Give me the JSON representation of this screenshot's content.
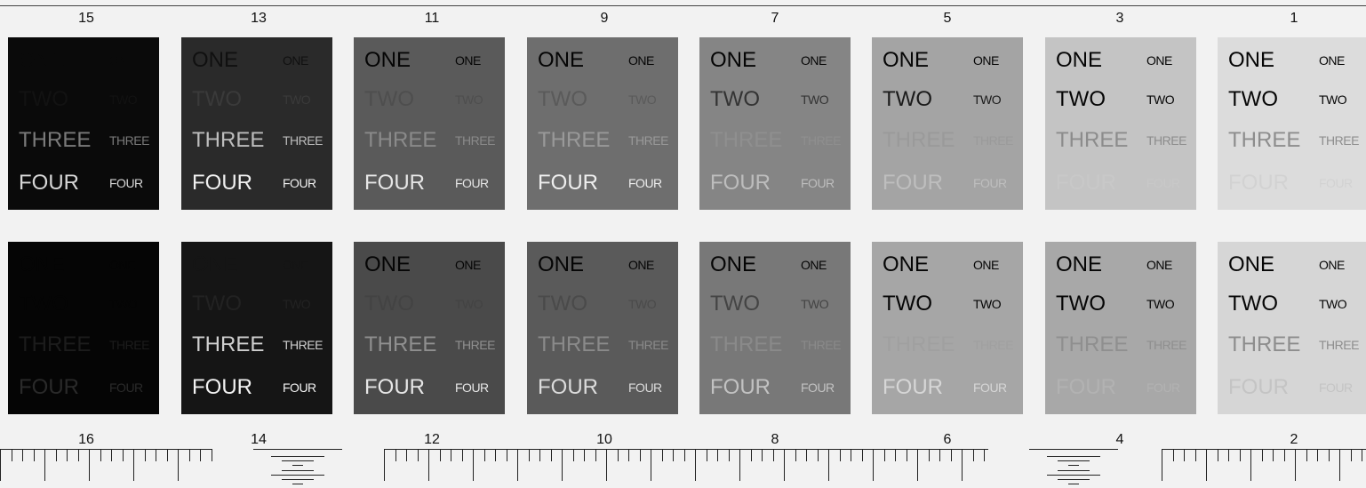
{
  "labels": [
    "ONE",
    "TWO",
    "THREE",
    "FOUR"
  ],
  "top_numbers": [
    "15",
    "13",
    "11",
    "9",
    "7",
    "5",
    "3",
    "1"
  ],
  "bottom_numbers": [
    "16",
    "14",
    "12",
    "10",
    "8",
    "6",
    "4",
    "2"
  ],
  "top_row": [
    {
      "bg": "#0a0a0a",
      "fg": [
        "#0a0a0a",
        "#121212",
        "#7a7a7a",
        "#d6d6d6"
      ]
    },
    {
      "bg": "#2a2a2a",
      "fg": [
        "#101010",
        "#3a3a3a",
        "#bdbdbd",
        "#f0f0f0"
      ]
    },
    {
      "bg": "#5a5a5a",
      "fg": [
        "#050505",
        "#4e4e4e",
        "#8a8a8a",
        "#e6e6e6"
      ]
    },
    {
      "bg": "#6e6e6e",
      "fg": [
        "#050505",
        "#5a5a5a",
        "#999999",
        "#eeeeee"
      ]
    },
    {
      "bg": "#858585",
      "fg": [
        "#050505",
        "#333333",
        "#8f8f8f",
        "#bdbdbd"
      ]
    },
    {
      "bg": "#a4a4a4",
      "fg": [
        "#050505",
        "#1a1a1a",
        "#9a9a9a",
        "#bebebe"
      ]
    },
    {
      "bg": "#c4c4c4",
      "fg": [
        "#050505",
        "#050505",
        "#8c8c8c",
        "#c8c8c8"
      ]
    },
    {
      "bg": "#dcdcdc",
      "fg": [
        "#050505",
        "#050505",
        "#8d8d8d",
        "#d2d2d2"
      ]
    }
  ],
  "bottom_row": [
    {
      "bg": "#050505",
      "fg": [
        "#050505",
        "#050505",
        "#1c1c1c",
        "#2a2a2a"
      ]
    },
    {
      "bg": "#151515",
      "fg": [
        "#151515",
        "#222222",
        "#cfcfcf",
        "#f2f2f2"
      ]
    },
    {
      "bg": "#4a4a4a",
      "fg": [
        "#050505",
        "#434343",
        "#8f8f8f",
        "#e6e6e6"
      ]
    },
    {
      "bg": "#5a5a5a",
      "fg": [
        "#050505",
        "#4a4a4a",
        "#8a8a8a",
        "#dcdcdc"
      ]
    },
    {
      "bg": "#787878",
      "fg": [
        "#050505",
        "#444444",
        "#8a8a8a",
        "#c2c2c2"
      ]
    },
    {
      "bg": "#a6a6a6",
      "fg": [
        "#050505",
        "#050505",
        "#a0a0a0",
        "#d6d6d6"
      ]
    },
    {
      "bg": "#a8a8a8",
      "fg": [
        "#050505",
        "#050505",
        "#8f8f8f",
        "#b2b2b2"
      ]
    },
    {
      "bg": "#d6d6d6",
      "fg": [
        "#050505",
        "#050505",
        "#8d8d8d",
        "#c4c4c4"
      ]
    }
  ]
}
